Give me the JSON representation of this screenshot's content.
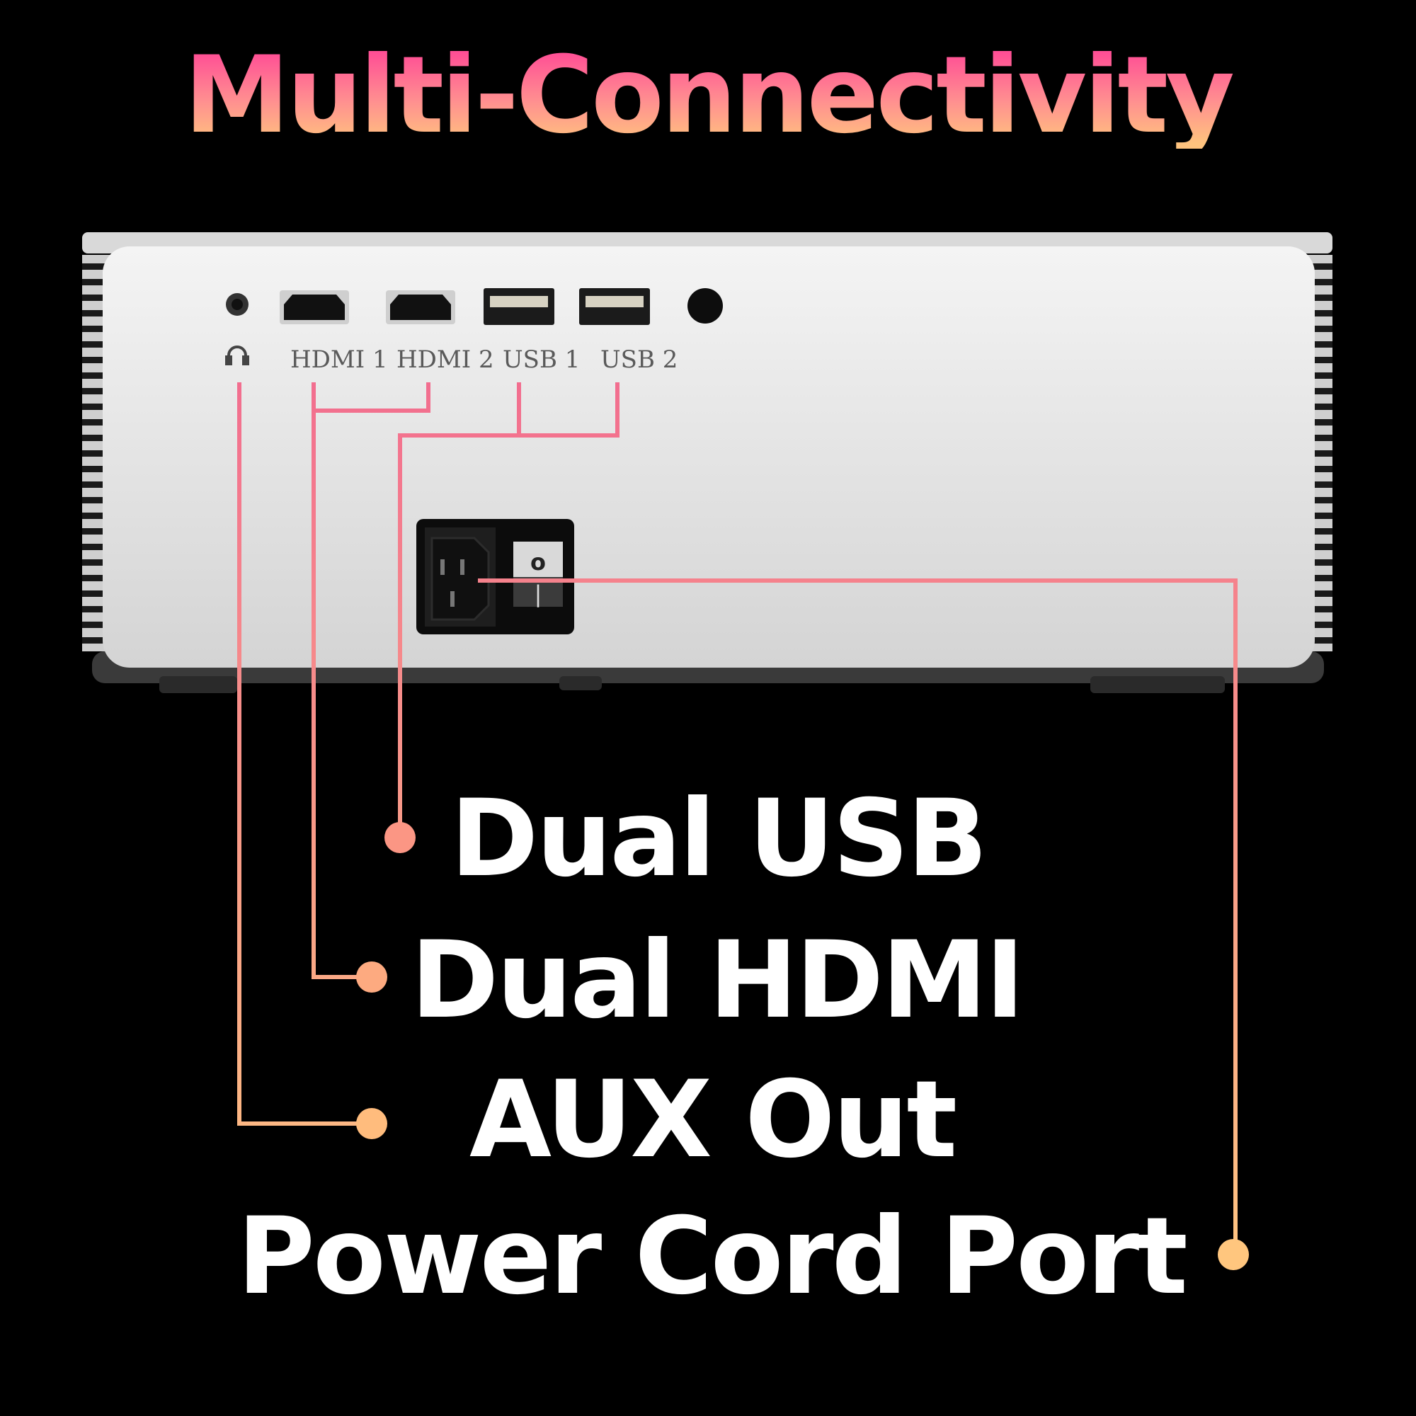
{
  "title": "Multi-Connectivity",
  "features": {
    "usb": "Dual USB",
    "hdmi": "Dual HDMI",
    "aux": "AUX Out",
    "power": "Power Cord Port"
  },
  "ports": {
    "hdmi1": "HDMI 1",
    "hdmi2": "HDMI 2",
    "usb1": "USB 1",
    "usb2": "USB 2",
    "switch_on": "o",
    "switch_off": "|"
  },
  "colors": {
    "gradient_top": "#ff4f95",
    "gradient_bottom": "#ffc37e",
    "background": "#000000",
    "device": "#e6e6e6"
  }
}
